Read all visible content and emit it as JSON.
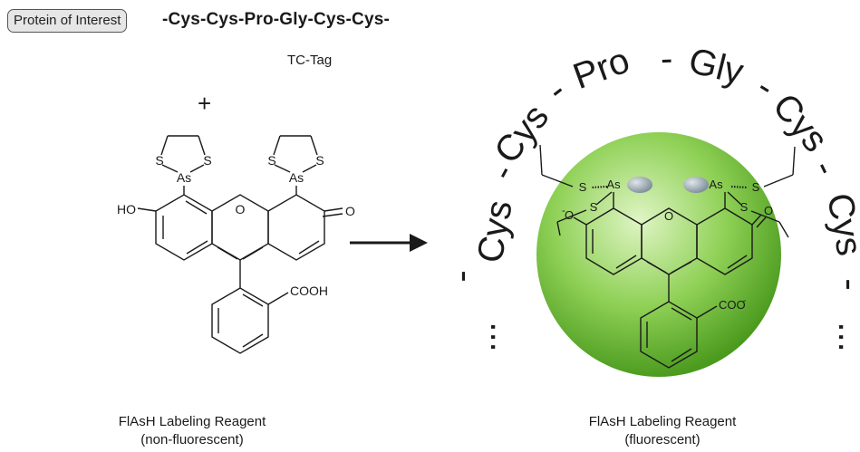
{
  "top": {
    "protein_label": "Protein of Interest",
    "tag_sequence": "-Cys-Cys-Pro-Gly-Cys-Cys-",
    "tag_name": "TC-Tag",
    "plus": "+"
  },
  "left_molecule": {
    "hydroxyl": "HO",
    "ketone_o": "O",
    "ring_o": "O",
    "sulfur": "S",
    "arsenic": "As",
    "carboxyl": "COOH"
  },
  "right_molecule": {
    "sulfur": "S",
    "arsenic": "As",
    "ring_o": "O",
    "ketone_o": "O",
    "oxide": "O",
    "oxide_charge": "-",
    "carboxylate": "COO",
    "carboxylate_charge": "-"
  },
  "arc_labels": {
    "left_dots": "...",
    "cys1": "Cys",
    "dash1": "-",
    "cys2": "Cys",
    "dash2": "-",
    "pro": "Pro",
    "dash3": "-",
    "gly": "Gly",
    "dash4": "-",
    "cys3": "Cys",
    "dash5": "-",
    "cys4": "Cys",
    "dash6": "-",
    "right_dots": "..."
  },
  "captions": {
    "left_line1": "FlAsH Labeling Reagent",
    "left_line2": "(non-fluorescent)",
    "right_line1": "FlAsH Labeling Reagent",
    "right_line2": "(fluorescent)"
  },
  "colors": {
    "sphere_center": "#dff5c4",
    "sphere_mid": "#8ed055",
    "sphere_edge": "#4a9a1e",
    "ink": "#1a1a1a",
    "arsenic_blob": "#7d8c96"
  }
}
